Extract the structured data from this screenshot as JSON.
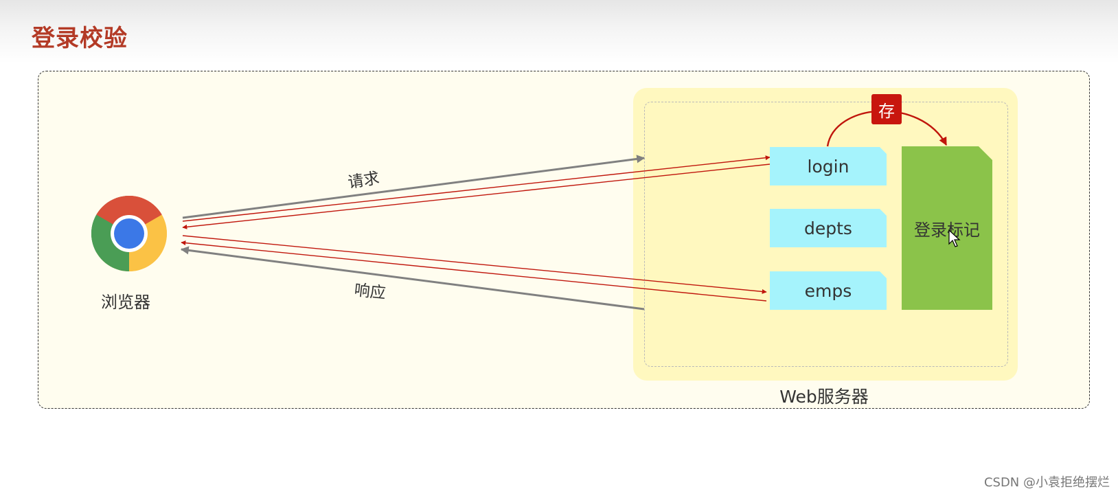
{
  "page_title": "登录校验",
  "browser": {
    "label": "浏览器",
    "icon": "chrome-browser-icon"
  },
  "arrows": {
    "request_label": "请求",
    "response_label": "响应"
  },
  "server": {
    "label": "Web服务器",
    "endpoints": [
      "login",
      "depts",
      "emps"
    ],
    "login_mark": "登录标记",
    "store_badge": "存"
  },
  "colors": {
    "title": "#b33a26",
    "endpoint": "#a5f3fc",
    "login_mark": "#8bc34a",
    "store_badge": "#c8160e",
    "red_arrow": "#c0160c",
    "gray_arrow": "#808080"
  },
  "watermark": "CSDN @小袁拒绝摆烂"
}
